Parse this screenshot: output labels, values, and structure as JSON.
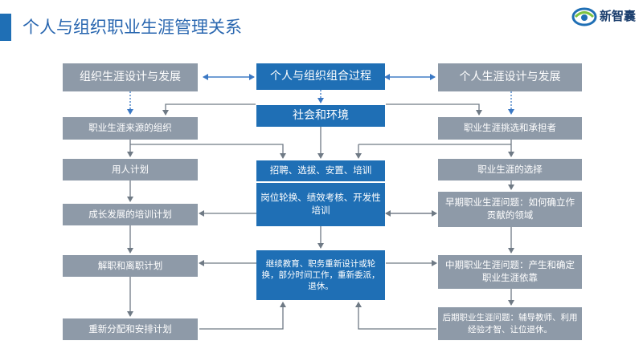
{
  "title": "个人与组织职业生涯管理关系",
  "logo": {
    "text": "新智囊",
    "icon": "eye-swirl-logo-icon",
    "color": "#1f6fb5"
  },
  "colors": {
    "blue": "#1f6fb5",
    "gray": "#8e9aa8",
    "arrow": "#6f7a85",
    "dotted_arrow": "#3b78c4"
  },
  "left": {
    "header": "组织生涯设计与发展",
    "items": [
      "职业生涯来源的组织",
      "用人计划",
      "成长发展的培训计划",
      "解职和离职计划",
      "重新分配和安排计划"
    ]
  },
  "center": {
    "header": "个人与组织组合过程",
    "env": "社会和环境",
    "item1": "招聘、选拔、安置、培训",
    "item2": "岗位轮换、绩效考核、开发性培训",
    "item3": "继续教育、职务重新设计或轮换，部分时间工作，重新委派，退休。"
  },
  "right": {
    "header": "个人生涯设计与发展",
    "items": [
      "职业生涯挑选和承担者",
      "职业生涯的选择",
      "早期职业生涯问题：如何确立作贡献的领域",
      "中期职业生涯问题：产生和确定职业生涯依靠",
      "后期职业生涯问题：辅导教师、利用经验才智、让位退休。"
    ]
  }
}
